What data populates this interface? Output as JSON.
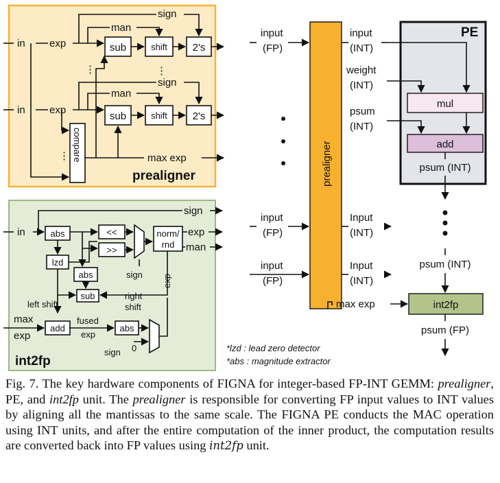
{
  "prealigner": {
    "title": "prealigner",
    "in_label": "in",
    "exp_label": "exp",
    "sign_label": "sign",
    "man_label": "man",
    "sub_label": "sub",
    "shift_label": "shift",
    "twos_label": "2's",
    "compare_label": "compare",
    "max_exp_label": "max exp"
  },
  "int2fp": {
    "title": "int2fp",
    "in_label": "in",
    "sign_label": "sign",
    "exp_label": "exp",
    "man_label": "man",
    "abs_label": "abs",
    "lzd_label": "lzd",
    "sub_label": "sub",
    "add_label": "add",
    "lshift_label": "<<",
    "rshift_label": ">>",
    "norm_label": "norm/",
    "rnd_label": "rnd",
    "left_shift_label": "left shift",
    "right_label": "right",
    "shift_label": "shift",
    "max_label": "max",
    "fused_label": "fused",
    "zero_label": "0"
  },
  "middle": {
    "prealigner_label": "prealigner",
    "input_label": "input",
    "input_cap_label": "Input",
    "fp_label": "(FP)",
    "int_label": "(INT)",
    "weight_label": "weight",
    "psum_label": "psum",
    "max_exp_label": "max exp"
  },
  "pe": {
    "title": "PE",
    "mul_label": "mul",
    "add_label": "add",
    "psum_int_label": "psum (INT)",
    "int2fp_label": "int2fp",
    "psum_fp_label": "psum (FP)"
  },
  "notes": {
    "lzd_note": "*lzd  : lead zero detector",
    "abs_note": "*abs : magnitude extractor"
  },
  "caption": {
    "fig_num": "Fig. 7.",
    "t1": "The key hardware components of FIGNA for integer-based FP-INT GEMM: ",
    "prealigner": "prealigner",
    "t2": ", PE, and ",
    "int2fp": "int2fp",
    "t3": " unit. The ",
    "t4": " is responsible for converting FP input values to INT values by aligning all the mantissas to the same scale. The FIGNA PE conducts the MAC operation using INT units, and after the entire computation of the inner product, the computation results are converted back into FP values using ",
    "int2fp_mono": "int2fp",
    "t5": " unit."
  },
  "colors": {
    "prealigner_bg": "#fcebc4",
    "prealigner_border": "#f2b43a",
    "int2fp_bg": "#e4ecd8",
    "int2fp_border": "#9fb686",
    "bar": "#f7b12e",
    "pe_bg": "#e3e5ea",
    "mul": "#f7e8ef",
    "add": "#ddbfdc",
    "int2fp_box": "#b2c48a"
  }
}
